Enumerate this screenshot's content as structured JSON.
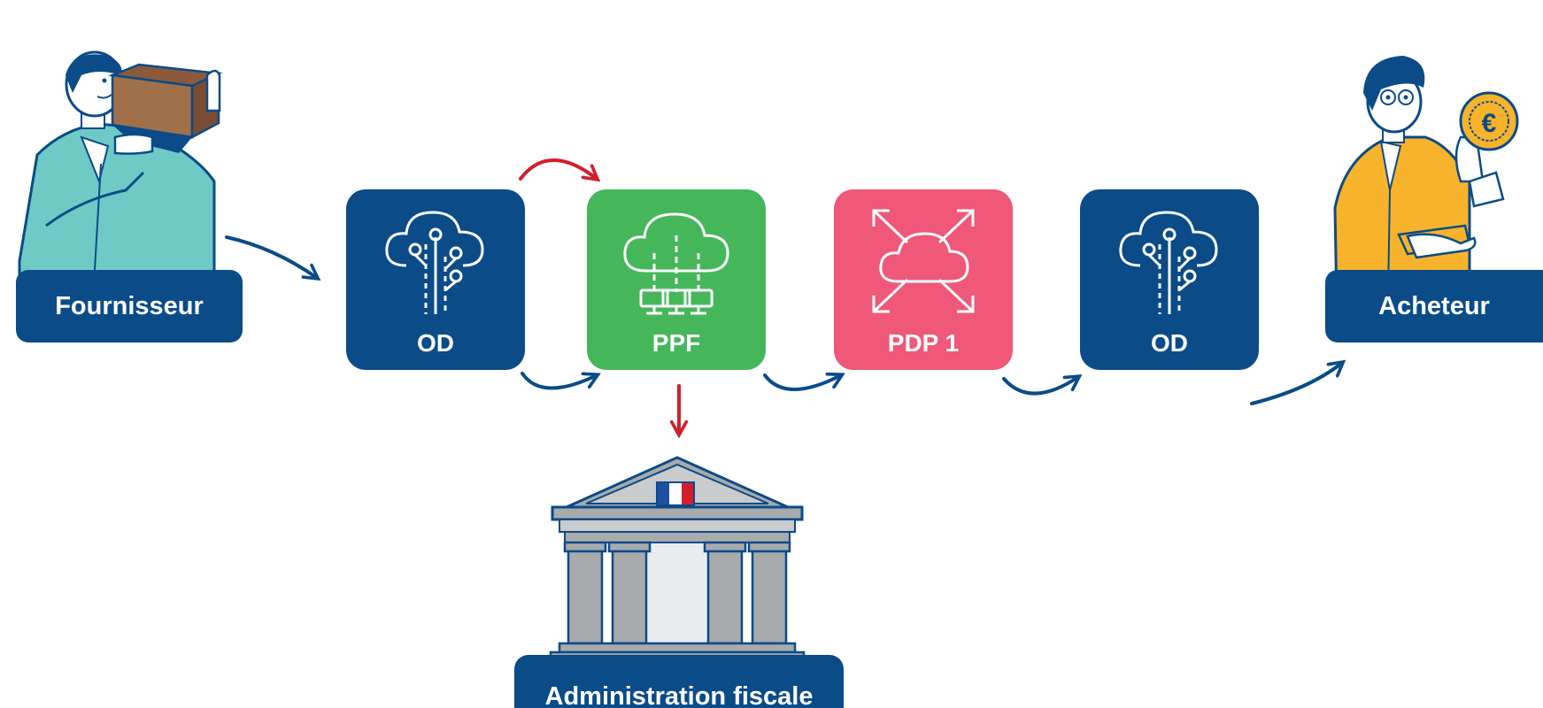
{
  "actors": {
    "supplier": {
      "label": "Fournisseur",
      "icon": "person-carrying-box-icon"
    },
    "buyer": {
      "label": "Acheteur",
      "icon": "person-holding-euro-coin-icon",
      "coin_symbol": "€"
    }
  },
  "nodes": [
    {
      "id": "od-1",
      "label": "OD",
      "color": "#0a4b88",
      "icon": "cloud-circuit-icon"
    },
    {
      "id": "ppf",
      "label": "PPF",
      "color": "#45b75a",
      "icon": "cloud-network-computers-icon"
    },
    {
      "id": "pdp-1",
      "label": "PDP 1",
      "color": "#ef5878",
      "icon": "cloud-expand-arrows-icon"
    },
    {
      "id": "od-2",
      "label": "OD",
      "color": "#0a4b88",
      "icon": "cloud-circuit-icon"
    }
  ],
  "administration": {
    "label": "Administration fiscale",
    "icon": "government-building-icon"
  },
  "colors": {
    "flow_arrow": "#0a4b88",
    "tax_arrow": "#d21f2b",
    "flag_blue": "#1f4fa2",
    "flag_red": "#d21f2b"
  }
}
